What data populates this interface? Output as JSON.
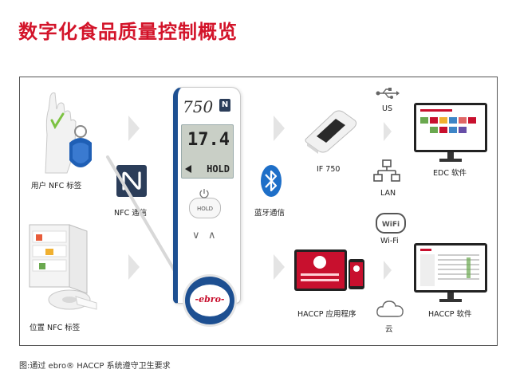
{
  "title": "数字化食品质量控制概览",
  "labels": {
    "user_nfc": "用户 NFC 标签",
    "location_nfc": "位置 NFC 标签",
    "nfc_comm": "NFC 通信",
    "bluetooth_comm": "蓝牙通信",
    "if750": "IF 750",
    "haccp_app": "HACCP 应用程序",
    "us": "US",
    "lan": "LAN",
    "wifi": "Wi-Fi",
    "cloud": "云",
    "edc_software": "EDC 软件",
    "haccp_software": "HACCP 软件"
  },
  "device": {
    "model": "750",
    "reading": "17.4",
    "status": "HOLD",
    "hold_button": "HOLD",
    "brand": "-ebro-",
    "nfc_badge": "N"
  },
  "wifi_glyph": "WiFi",
  "caption": "图:通过 ebro® HACCP 系统遵守卫生要求",
  "colors": {
    "title": "#d3142a",
    "device_blue": "#1d4f91",
    "nfc_tag_blue": "#1f5fb5",
    "bluetooth_blue": "#1e6fc8",
    "tablet_red": "#c8102e",
    "arrow_grey": "#e4e4e4"
  }
}
